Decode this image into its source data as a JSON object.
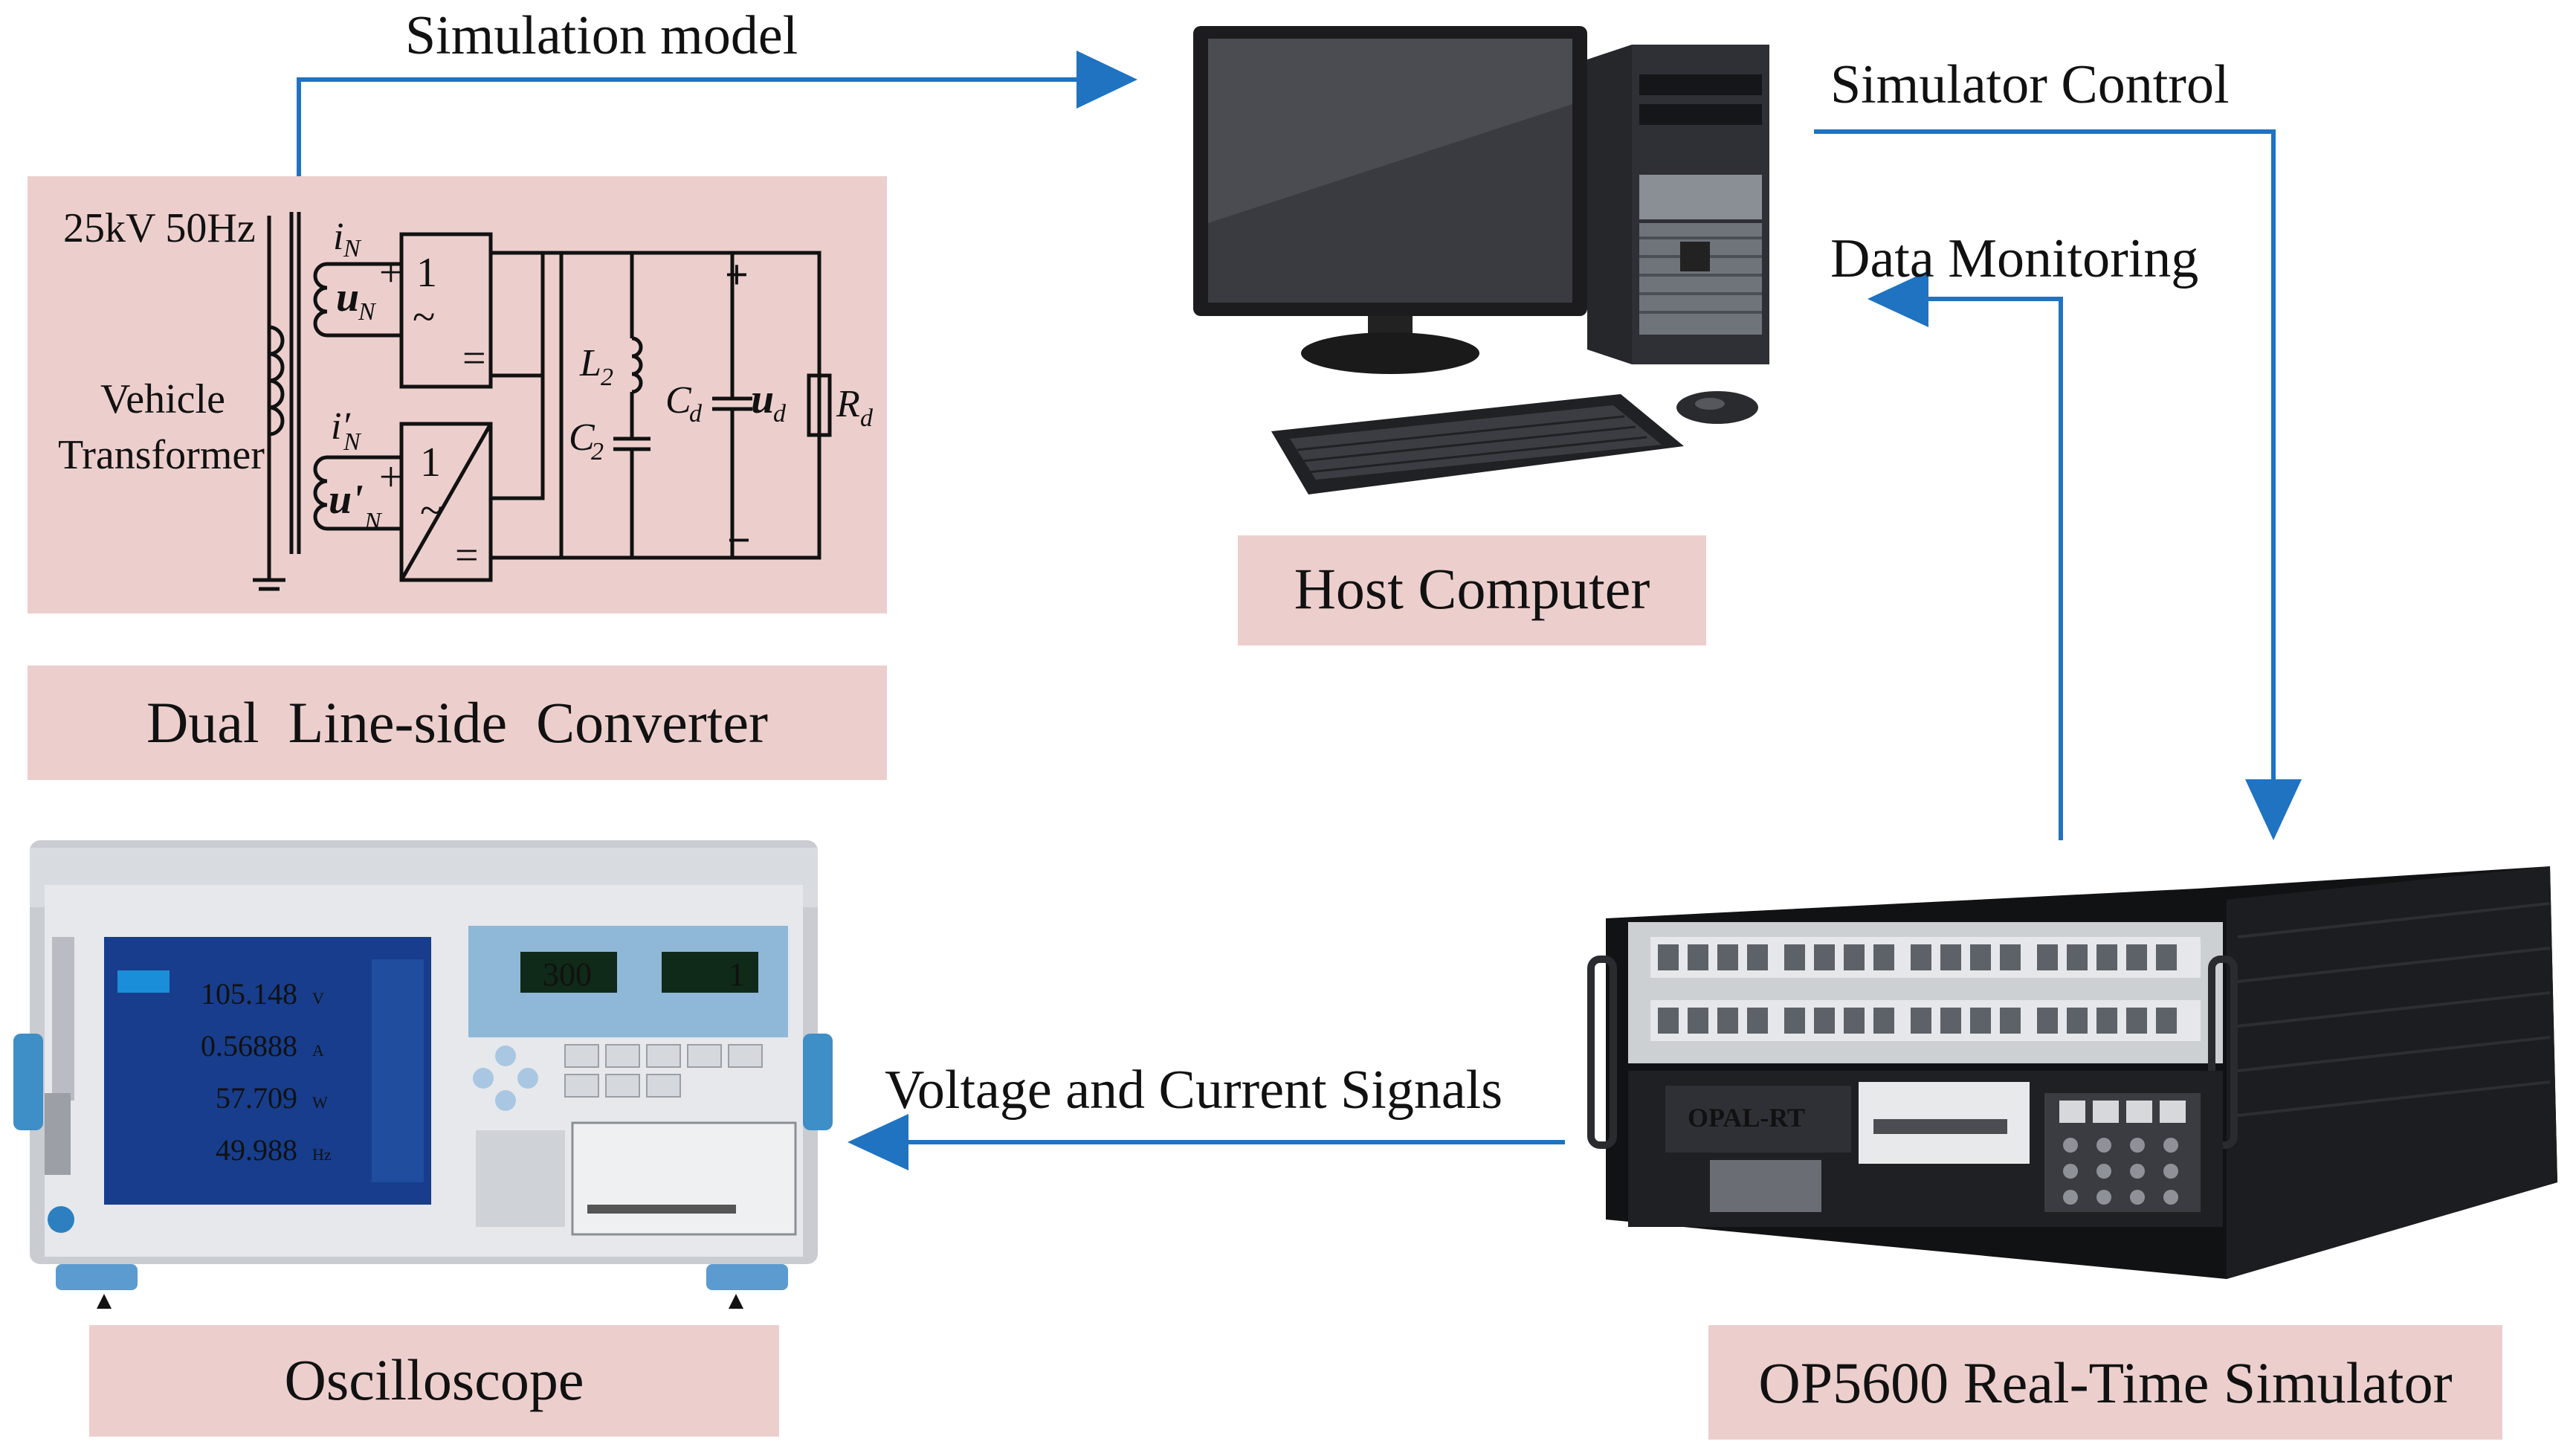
{
  "diagram": {
    "arrows": {
      "simulation_model": "Simulation model",
      "simulator_control": "Simulator Control",
      "data_monitoring": "Data Monitoring",
      "voltage_current": "Voltage and Current Signals"
    },
    "boxes": {
      "converter": "Dual  Line-side  Converter",
      "host": "Host Computer",
      "oscilloscope": "Oscilloscope",
      "simulator": "OP5600 Real-Time Simulator"
    },
    "circuit": {
      "source": "25kV 50Hz",
      "transformer_line1": "Vehicle",
      "transformer_line2": "Transformer",
      "i_n": "i",
      "i_n_sub": "N",
      "u_n": "u",
      "u_n_sub": "N",
      "i_n2": "i′",
      "i_n2_sub": "N",
      "u_n2": "u'",
      "u_n2_sub": "N",
      "conv_one": "1",
      "conv_tilde": "~",
      "conv_eq": "=",
      "L2": "L",
      "L2_sub": "2",
      "C2": "C",
      "C2_sub": "2",
      "Cd": "C",
      "Cd_sub": "d",
      "ud": "u",
      "ud_sub": "d",
      "Rd": "R",
      "Rd_sub": "d",
      "plus": "+",
      "minus": "−"
    },
    "devices": {
      "oscilloscope_readings": [
        "105.148",
        "0.56888",
        "57.709",
        "49.988"
      ],
      "oscilloscope_units": [
        "V",
        "A",
        "W",
        "Hz"
      ],
      "oscilloscope_panel": [
        "300",
        "1"
      ],
      "simulator_brand": "OPAL-RT"
    },
    "colors": {
      "box_fill": "#eccfcd",
      "arrow": "#1f73c1"
    }
  }
}
